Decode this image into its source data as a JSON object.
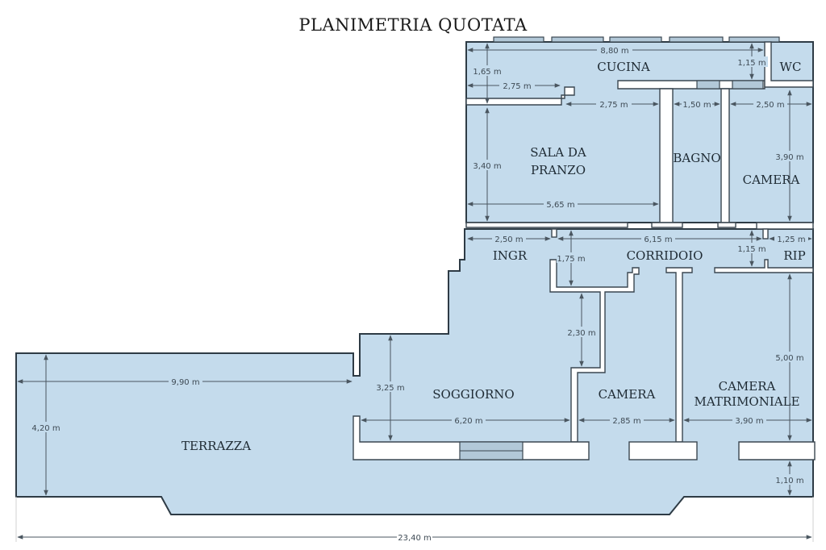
{
  "title": "PLANIMETRIA QUOTATA",
  "colors": {
    "room_fill": "#c4dbec",
    "wall_stroke": "#2e3b45",
    "dimension": "#4a5660"
  },
  "rooms": {
    "cucina": "CUCINA",
    "wc": "WC",
    "sala_da_pranzo_l1": "SALA DA",
    "sala_da_pranzo_l2": "PRANZO",
    "bagno": "BAGNO",
    "camera_1": "CAMERA",
    "ingr": "INGR",
    "corridoio": "CORRIDOIO",
    "rip": "RIP",
    "soggiorno": "SOGGIORNO",
    "camera_2": "CAMERA",
    "camera_matrimoniale_l1": "CAMERA",
    "camera_matrimoniale_l2": "MATRIMONIALE",
    "terrazza": "TERRAZZA"
  },
  "dimensions": {
    "cucina_width": "8,80 m",
    "cucina_depth": "1,65 m",
    "cucina_lower": "2,75 m",
    "wc_depth": "1,15 m",
    "sala_top": "2,75 m",
    "bagno_width": "1,50 m",
    "camera_1_width": "2,50 m",
    "sala_depth": "3,40 m",
    "camera_1_depth": "3,90 m",
    "sala_width": "5,65 m",
    "ingr_width": "2,50 m",
    "corridoio_length": "6,15 m",
    "rip_width": "1,25 m",
    "corridoio_depth": "1,75 m",
    "rip_depth": "1,15 m",
    "passage_depth": "2,30 m",
    "terrazza_width": "9,90 m",
    "soggiorno_depth": "3,25 m",
    "terrazza_depth": "4,20 m",
    "camera_matr_depth": "5,00 m",
    "soggiorno_width": "6,20 m",
    "camera_2_width": "2,85 m",
    "camera_matr_width": "3,90 m",
    "balcony_depth": "1,10 m",
    "total_width": "23,40 m"
  }
}
